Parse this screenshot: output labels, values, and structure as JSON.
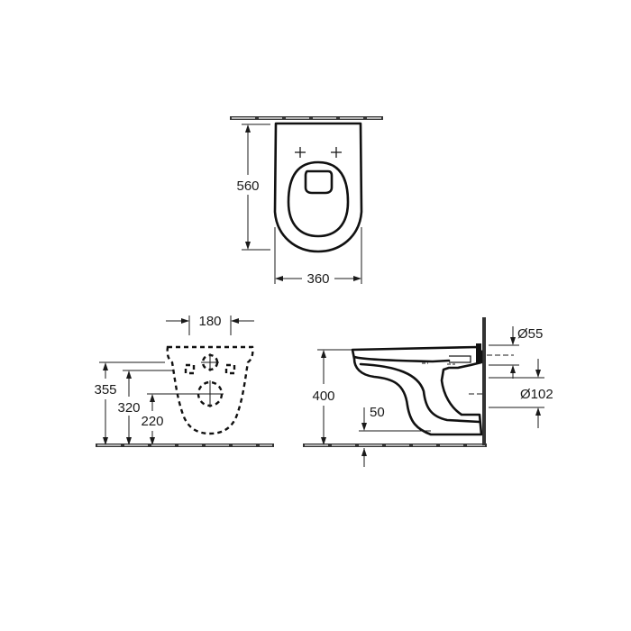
{
  "top_view": {
    "depth_label": "560",
    "width_label": "360"
  },
  "front_view": {
    "spacing_label": "180",
    "height_355_label": "355",
    "height_320_label": "320",
    "height_220_label": "220"
  },
  "side_view": {
    "height_400_label": "400",
    "offset_50_label": "50",
    "inlet_diameter_label": "Ø55",
    "outlet_diameter_label": "Ø102"
  }
}
